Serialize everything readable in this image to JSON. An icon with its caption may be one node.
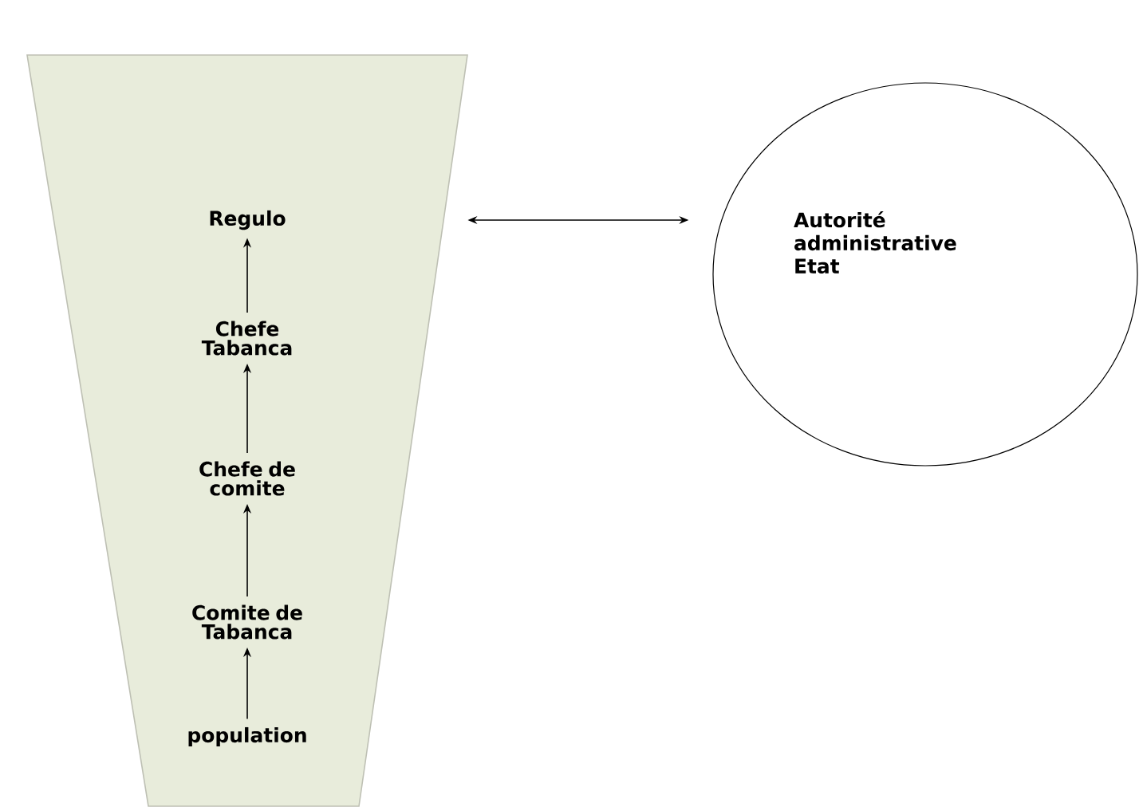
{
  "diagram": {
    "nodes": [
      {
        "text": [],
        "shape": "trapezoid"
      },
      {
        "text": [
          "Regulo"
        ],
        "in": 0
      },
      {
        "text": [
          "Chefe Tabanca"
        ],
        "in": 0
      },
      {
        "text": [
          "Chefe de comite"
        ],
        "in": 0
      },
      {
        "text": [
          "Comite de Tabanca"
        ],
        "in": 0
      },
      {
        "text": [
          "population"
        ],
        "in": 0
      },
      {
        "text": [
          "Autorité administrative Etat"
        ]
      }
    ],
    "edges": [
      {
        "from": 2,
        "to": 1,
        "arrow": "to"
      },
      {
        "from": 3,
        "to": 2,
        "arrow": "to"
      },
      {
        "from": 4,
        "to": 3,
        "arrow": "to"
      },
      {
        "from": 5,
        "to": 4,
        "arrow": "to"
      },
      {
        "from": 0,
        "to": 6,
        "arrow": "both"
      }
    ]
  }
}
